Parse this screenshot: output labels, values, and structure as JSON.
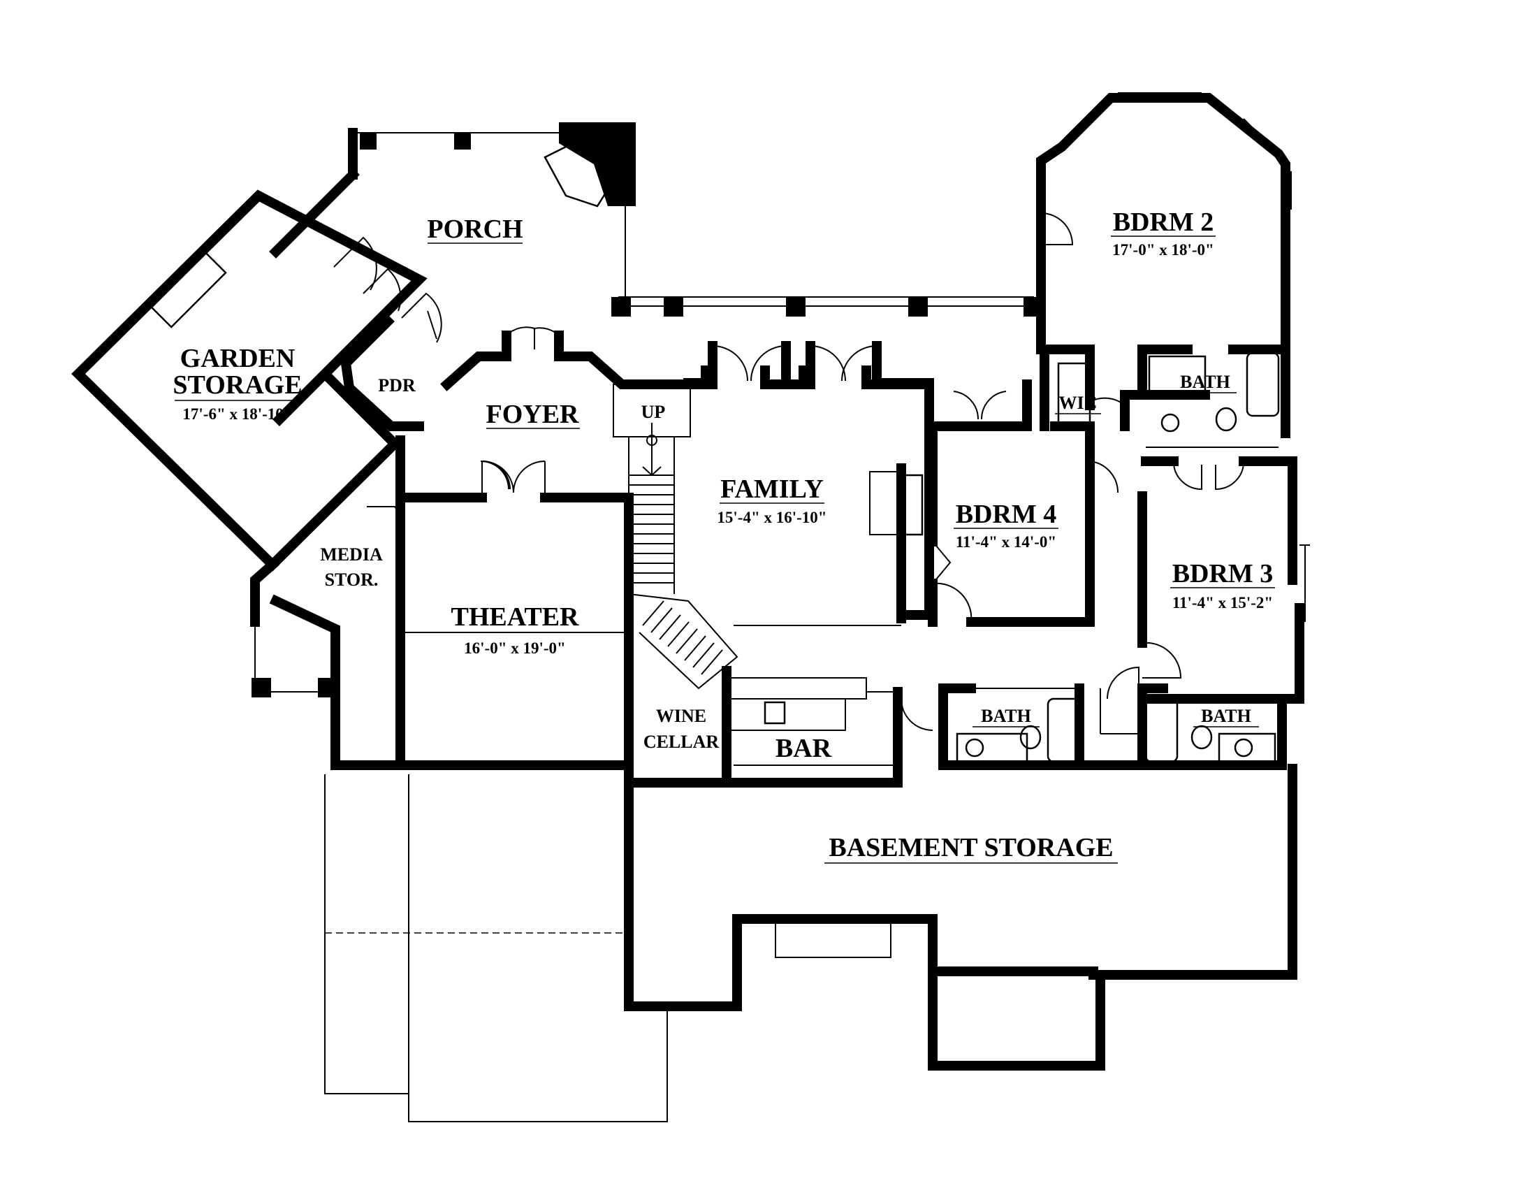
{
  "rooms": {
    "porch": {
      "name": "PORCH"
    },
    "garden_storage": {
      "name_line1": "GARDEN",
      "name_line2": "STORAGE",
      "dims": "17'-6\" x 18'-10\""
    },
    "pdr": {
      "name": "PDR"
    },
    "foyer": {
      "name": "FOYER"
    },
    "family": {
      "name": "FAMILY",
      "dims": "15'-4\" x 16'-10\""
    },
    "bdrm2": {
      "name": "BDRM 2",
      "dims": "17'-0\" x 18'-0\""
    },
    "bdrm3": {
      "name": "BDRM 3",
      "dims": "11'-4\" x 15'-2\""
    },
    "bdrm4": {
      "name": "BDRM 4",
      "dims": "11'-4\" x 14'-0\""
    },
    "wic": {
      "name": "WIC"
    },
    "bath_top": {
      "name": "BATH"
    },
    "bath_mid": {
      "name": "BATH"
    },
    "bath_right": {
      "name": "BATH"
    },
    "media_stor": {
      "name_line1": "MEDIA",
      "name_line2": "STOR."
    },
    "theater": {
      "name": "THEATER",
      "dims": "16'-0\" x 19'-0\""
    },
    "wine_cellar": {
      "name_line1": "WINE",
      "name_line2": "CELLAR"
    },
    "bar": {
      "name": "BAR"
    },
    "basement_storage": {
      "name": "BASEMENT STORAGE"
    }
  },
  "stair": {
    "label": "UP"
  }
}
